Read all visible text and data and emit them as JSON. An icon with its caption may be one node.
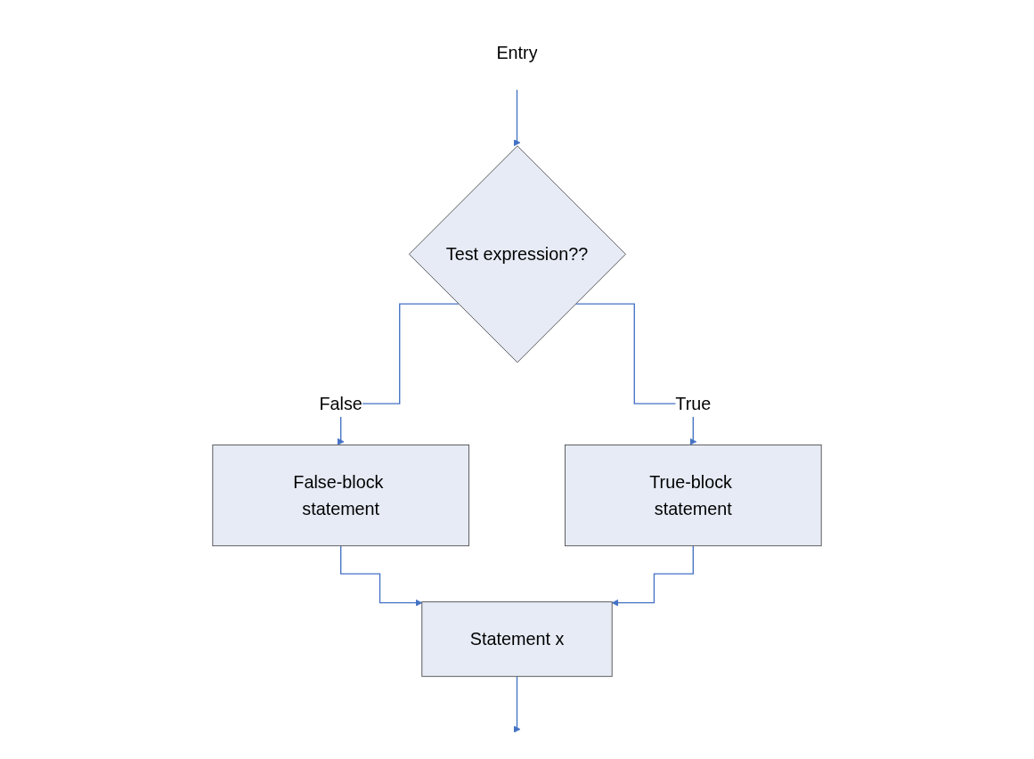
{
  "diagram": {
    "nodes": [
      {
        "text": [
          "Entry"
        ]
      },
      {
        "text": [
          "Test expression??"
        ]
      },
      {
        "text": [
          "False-block statement"
        ]
      },
      {
        "text": [
          "True-block statement"
        ]
      },
      {
        "text": [
          "Statement x"
        ]
      }
    ],
    "edges": [
      {
        "from": 0,
        "to": 1,
        "arrow": "to"
      },
      {
        "from": 1,
        "to": 2,
        "arrow": "to",
        "label": "False"
      },
      {
        "from": 1,
        "to": 3,
        "arrow": "to",
        "label": "True"
      },
      {
        "from": 2,
        "to": 4,
        "arrow": "to"
      },
      {
        "from": 3,
        "to": 4,
        "arrow": "to"
      },
      {
        "from": 4,
        "to": null,
        "arrow": "to"
      }
    ]
  }
}
